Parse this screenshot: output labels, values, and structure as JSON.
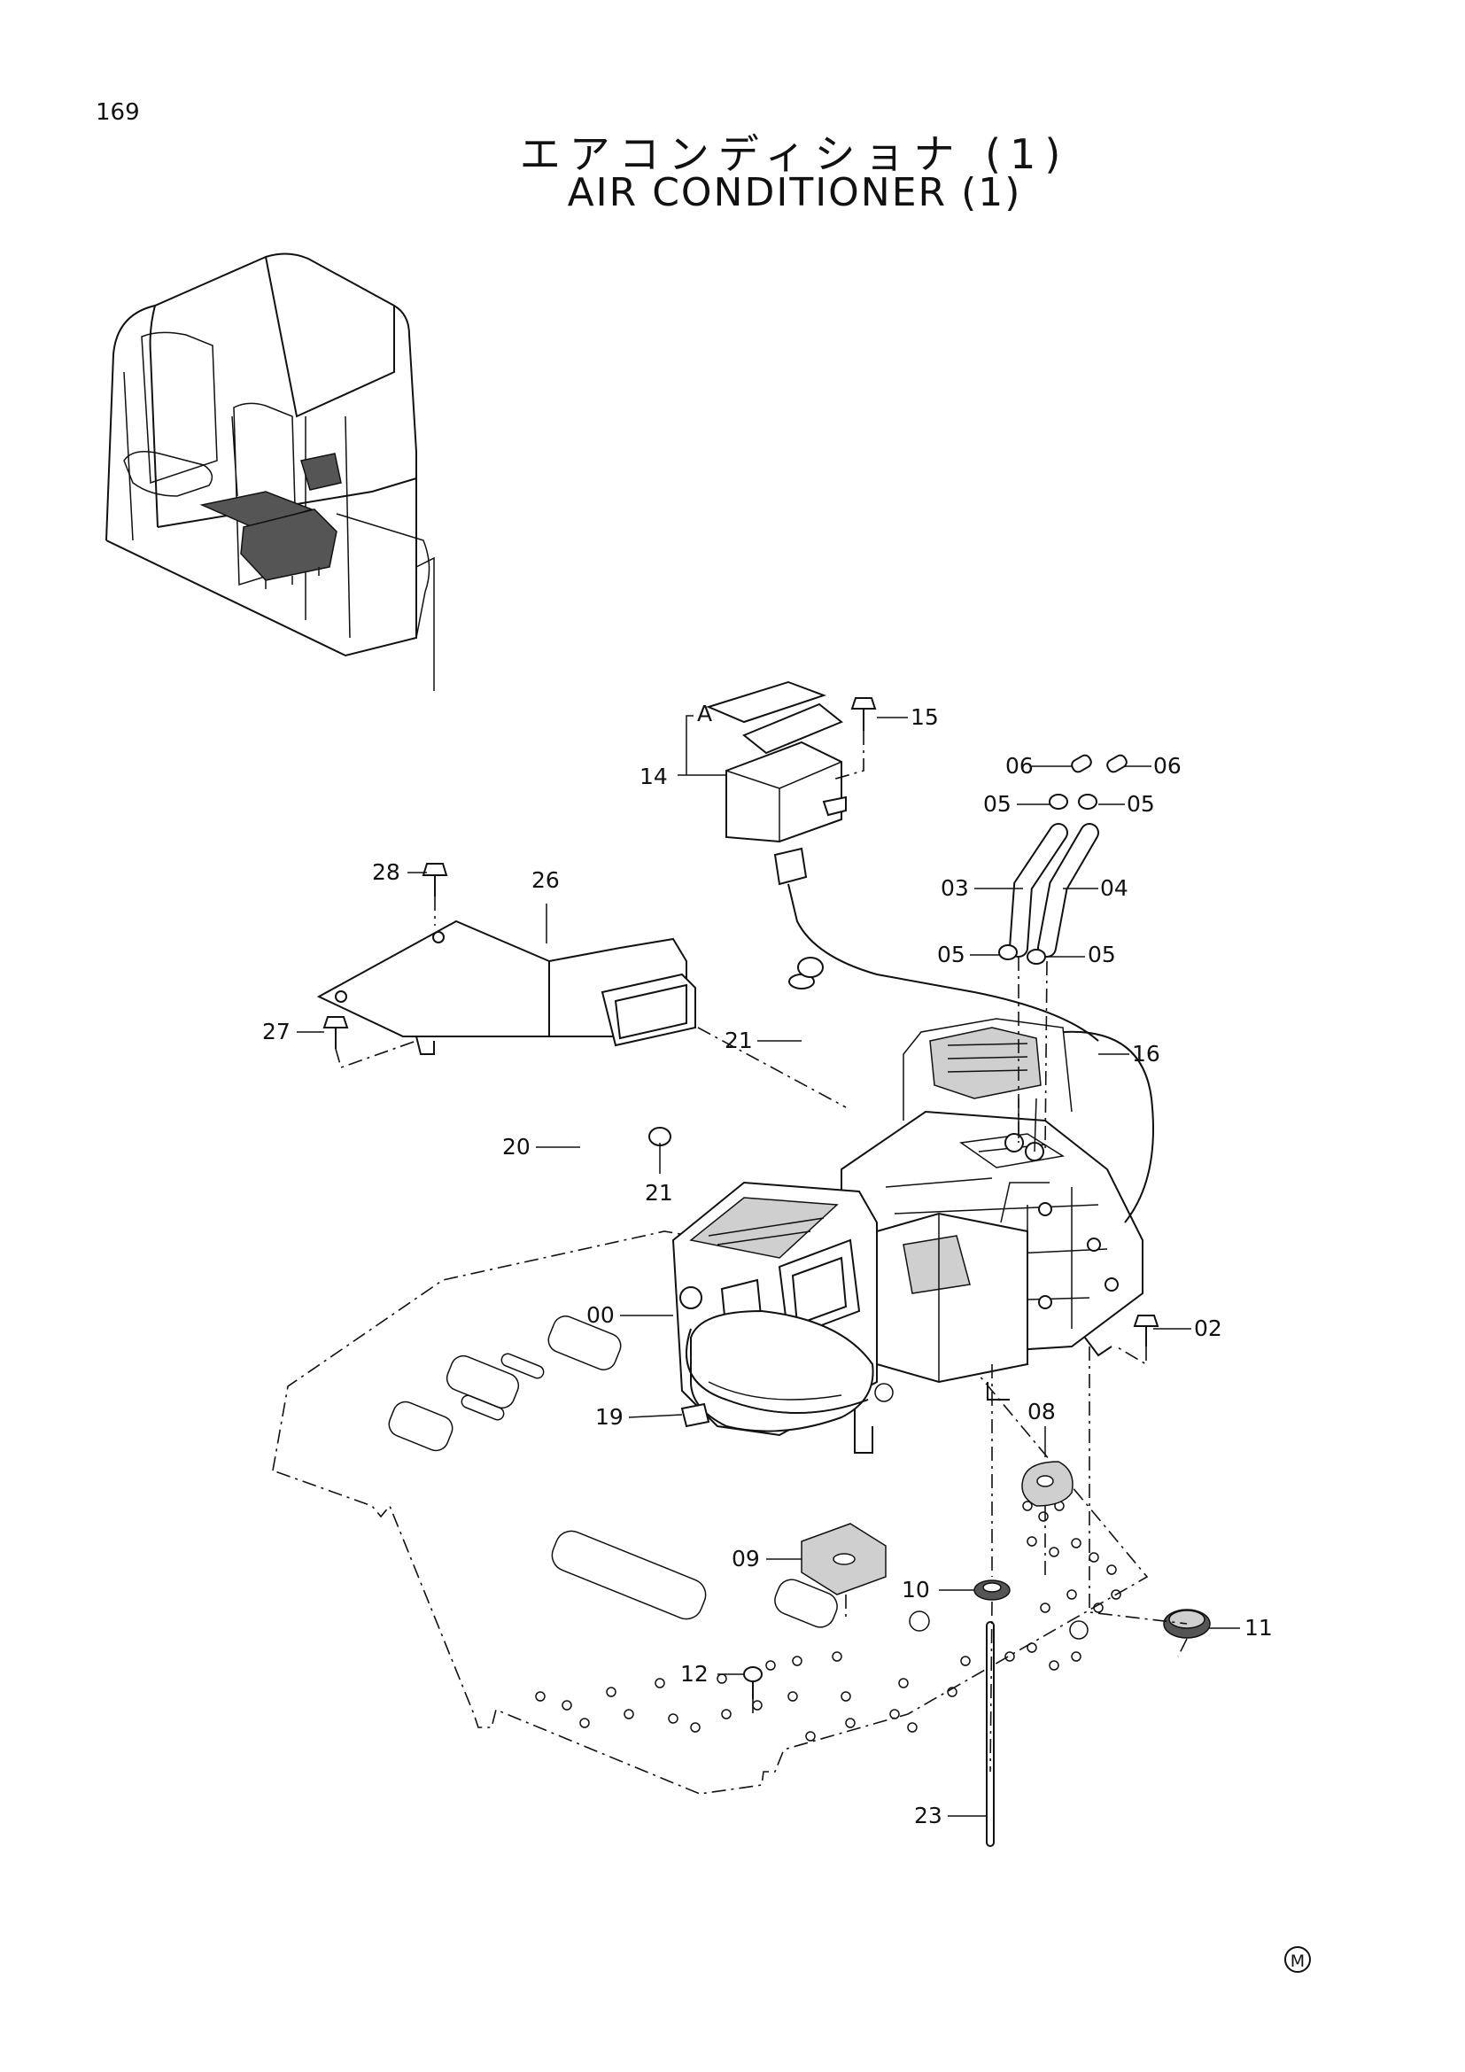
{
  "page_number": "169",
  "title_jp": "エアコンディショナ (1)",
  "title_en": "AIR CONDITIONER (1)",
  "callouts": [
    "00",
    "02",
    "03",
    "04",
    "05",
    "05",
    "05",
    "05",
    "06",
    "06",
    "08",
    "09",
    "10",
    "11",
    "12",
    "14",
    "15",
    "16",
    "19",
    "20",
    "21",
    "21",
    "23",
    "26",
    "27",
    "28",
    "A"
  ],
  "mark": "M"
}
